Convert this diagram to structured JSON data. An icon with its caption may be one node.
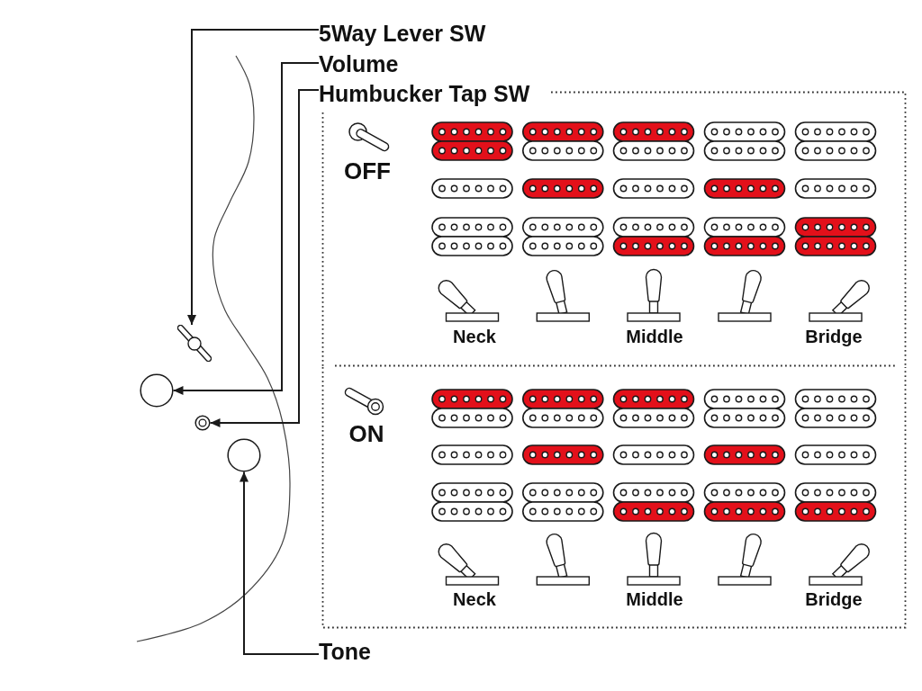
{
  "diagram": {
    "nodes": [
      {
        "text": [
          "5Way Lever SW"
        ]
      },
      {
        "text": [
          "Volume"
        ]
      },
      {
        "text": [
          "Humbucker Tap SW"
        ]
      },
      {
        "text": [
          "Tone"
        ]
      },
      {
        "text": [],
        "shape": "picture"
      },
      {
        "text": [],
        "shape": "circle"
      },
      {
        "text": [],
        "shape": "circle"
      },
      {
        "text": [],
        "shape": "circle"
      },
      {
        "text": [
          "OFF",
          "Neck",
          "Middle",
          "Bridge"
        ]
      },
      {
        "text": [
          "ON",
          "Neck",
          "Middle",
          "Bridge"
        ]
      }
    ],
    "edges": [
      {
        "from": 0,
        "to": 4,
        "arrow": "to"
      },
      {
        "from": 1,
        "to": 5,
        "arrow": "to"
      },
      {
        "from": 2,
        "to": 6,
        "arrow": "to"
      },
      {
        "from": 3,
        "to": 7,
        "arrow": "to"
      }
    ]
  }
}
